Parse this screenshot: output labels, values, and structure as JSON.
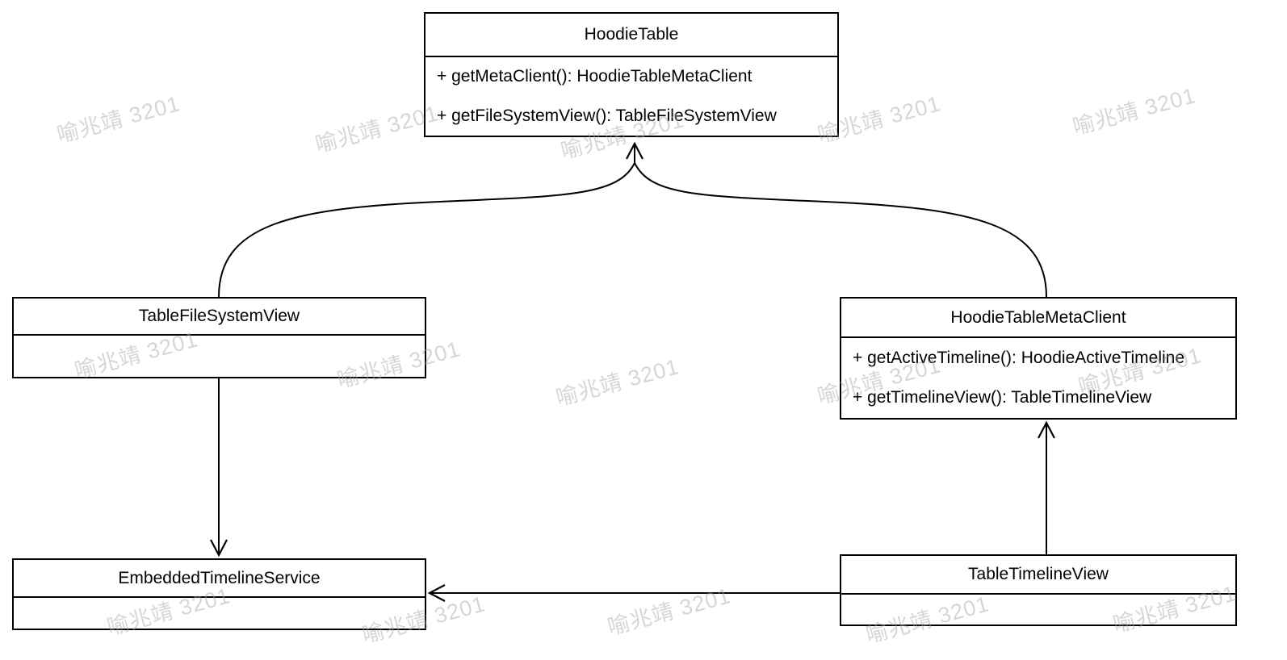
{
  "diagram": {
    "type": "uml-class-diagram",
    "classes": {
      "hoodieTable": {
        "name": "HoodieTable",
        "methods": [
          "+ getMetaClient(): HoodieTableMetaClient",
          "+ getFileSystemView(): TableFileSystemView"
        ]
      },
      "tableFileSystemView": {
        "name": "TableFileSystemView",
        "methods": []
      },
      "hoodieTableMetaClient": {
        "name": "HoodieTableMetaClient",
        "methods": [
          "+ getActiveTimeline(): HoodieActiveTimeline",
          "+ getTimelineView(): TableTimelineView"
        ]
      },
      "embeddedTimelineService": {
        "name": "EmbeddedTimelineService",
        "methods": []
      },
      "tableTimelineView": {
        "name": "TableTimelineView",
        "methods": []
      }
    },
    "relations": [
      {
        "from": "TableFileSystemView",
        "to": "HoodieTable",
        "style": "curved-arrow"
      },
      {
        "from": "HoodieTableMetaClient",
        "to": "HoodieTable",
        "style": "curved-arrow"
      },
      {
        "from": "TableFileSystemView",
        "to": "EmbeddedTimelineService",
        "style": "straight-arrow"
      },
      {
        "from": "TableTimelineView",
        "to": "HoodieTableMetaClient",
        "style": "straight-arrow"
      },
      {
        "from": "TableTimelineView",
        "to": "EmbeddedTimelineService",
        "style": "straight-arrow"
      }
    ],
    "colors": {
      "stroke": "#000000",
      "box_fill": "#ffffff",
      "text": "#000000",
      "watermark": "#a5a5a5"
    }
  },
  "watermark": {
    "text": "喻兆靖 3201"
  }
}
